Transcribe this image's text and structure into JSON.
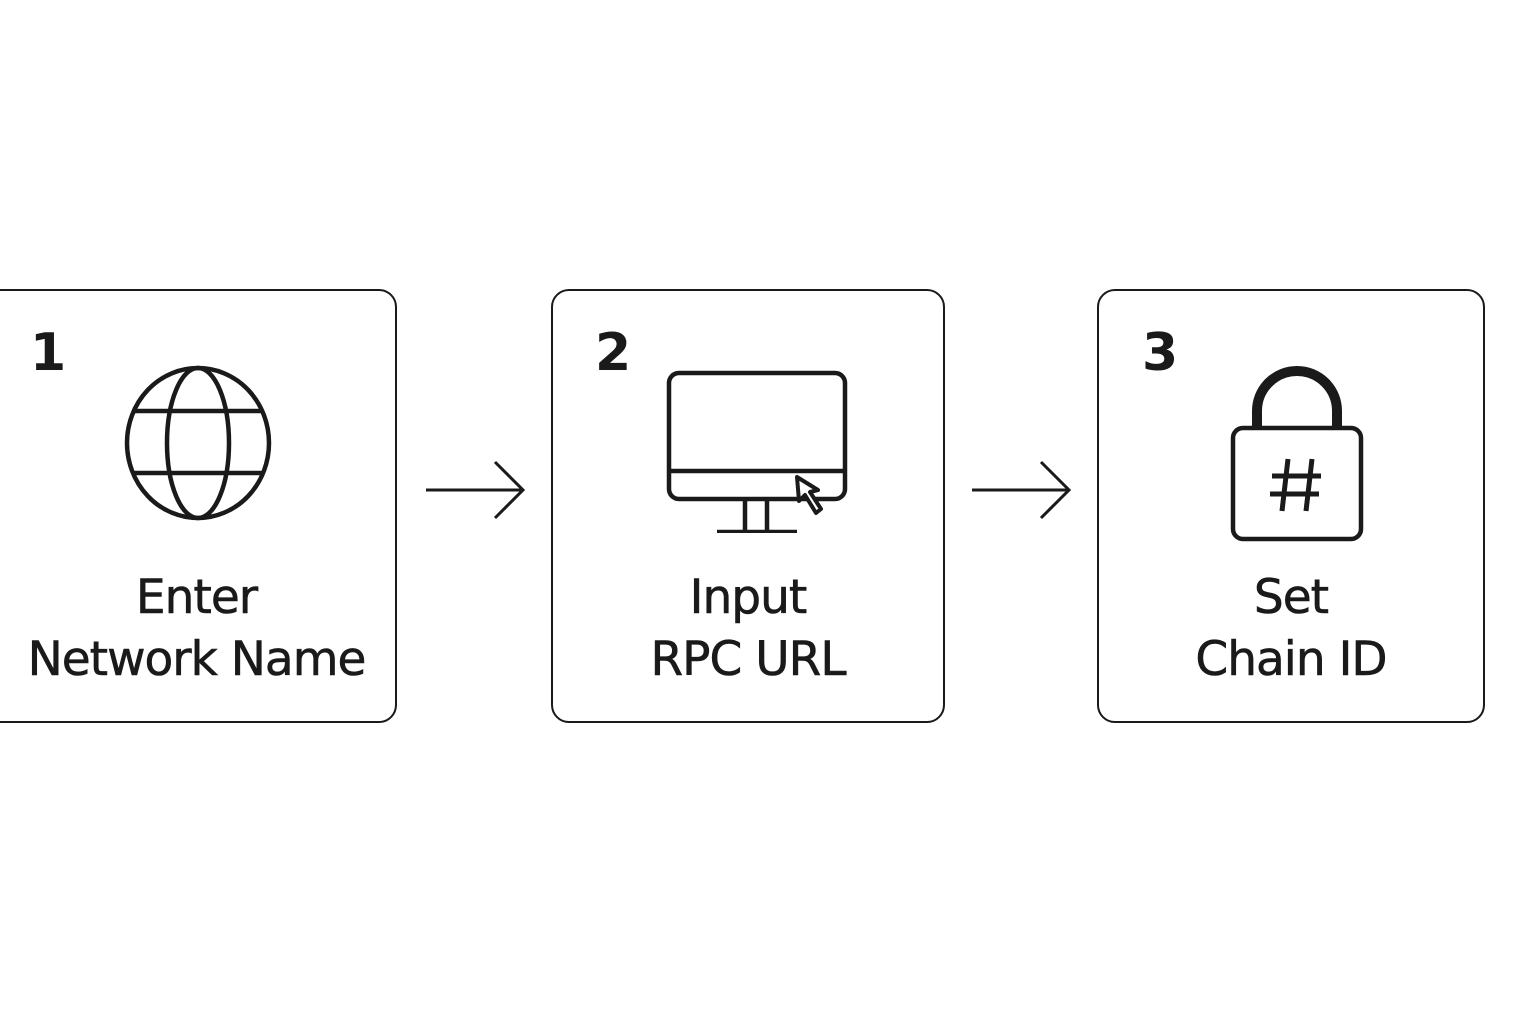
{
  "steps": [
    {
      "number": "1",
      "icon": "globe-icon",
      "label_line1": "Enter",
      "label_line2": "Network Name"
    },
    {
      "number": "2",
      "icon": "monitor-cursor-icon",
      "label_line1": "Input",
      "label_line2": "RPC URL"
    },
    {
      "number": "3",
      "icon": "lock-hash-icon",
      "label_line1": "Set",
      "label_line2": "Chain ID"
    }
  ],
  "colors": {
    "stroke": "#1a1a1a",
    "background": "#ffffff"
  }
}
